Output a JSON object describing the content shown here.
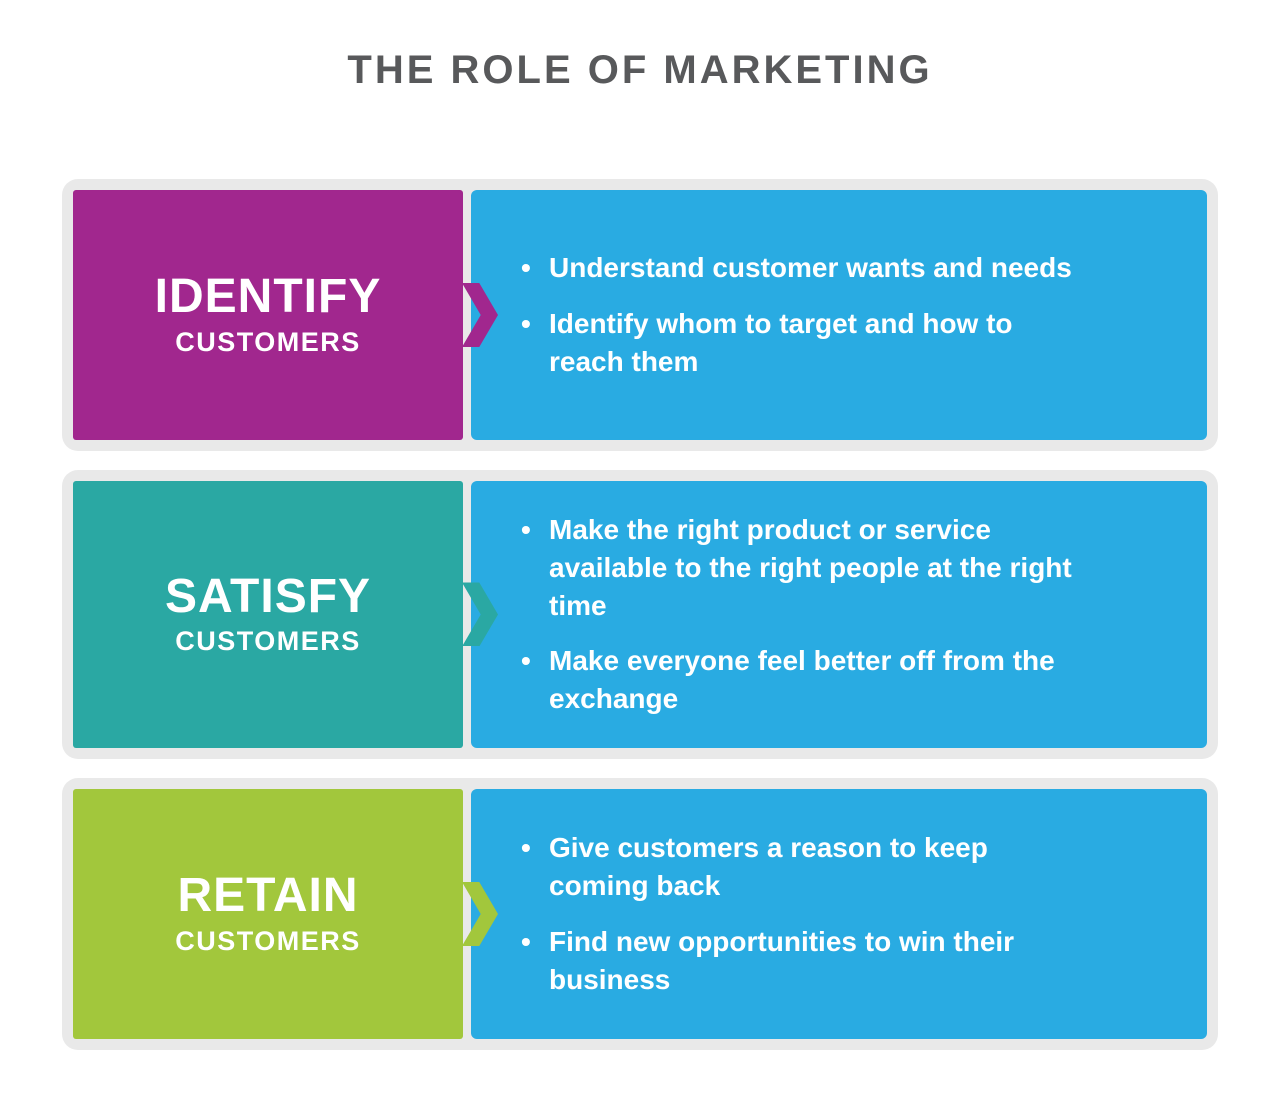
{
  "title": "THE ROLE OF MARKETING",
  "bullet_char": "•",
  "colors": {
    "page_background": "#ffffff",
    "title_text": "#58595b",
    "panel_background": "#e9e9e9",
    "bullet_panel": "#29abe2",
    "text_on_color": "#ffffff",
    "identify_accent": "#a1278e",
    "satisfy_accent": "#2aa8a3",
    "retain_accent": "#a2c73c"
  },
  "rows": [
    {
      "keyword": "IDENTIFY",
      "label": "CUSTOMERS",
      "accent_color": "#a1278e",
      "bullets": [
        "Understand customer wants and needs",
        "Identify whom to target and how to reach them"
      ]
    },
    {
      "keyword": "SATISFY",
      "label": "CUSTOMERS",
      "accent_color": "#2aa8a3",
      "bullets": [
        "Make the right product or service available to the right people at the right time",
        "Make everyone feel better off from the exchange"
      ]
    },
    {
      "keyword": "RETAIN",
      "label": "CUSTOMERS",
      "accent_color": "#a2c73c",
      "bullets": [
        "Give customers a reason to keep coming back",
        "Find new opportunities to win their business"
      ]
    }
  ]
}
